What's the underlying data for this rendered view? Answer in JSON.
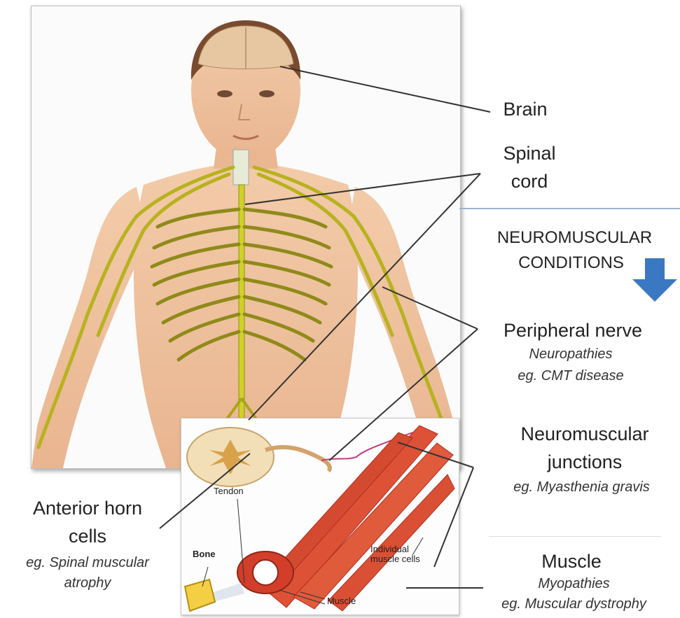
{
  "labels": {
    "brain": "Brain",
    "spinal_cord_line1": "Spinal",
    "spinal_cord_line2": "cord",
    "heading_line1": "NEUROMUSCULAR",
    "heading_line2": "CONDITIONS",
    "peripheral_nerve": "Peripheral nerve",
    "peripheral_sub1": "Neuropathies",
    "peripheral_sub2": "eg. CMT disease",
    "nmj_line1": "Neuromuscular",
    "nmj_line2": "junctions",
    "nmj_sub": "eg. Myasthenia gravis",
    "anterior_line1": "Anterior horn",
    "anterior_line2": "cells",
    "anterior_sub1": "eg. Spinal muscular",
    "anterior_sub2": "atrophy",
    "muscle": "Muscle",
    "muscle_sub1": "Myopathies",
    "muscle_sub2": "eg. Muscular dystrophy"
  },
  "inset_labels": {
    "tendon": "Tendon",
    "bone": "Bone",
    "muscle": "Muscle",
    "individual_line1": "Individual",
    "individual_line2": "muscle cells"
  },
  "colors": {
    "arrow": "#3a78c2",
    "nerve": "#c8c81e",
    "skin": "#f0c2a0",
    "muscle": "#d8432e"
  }
}
